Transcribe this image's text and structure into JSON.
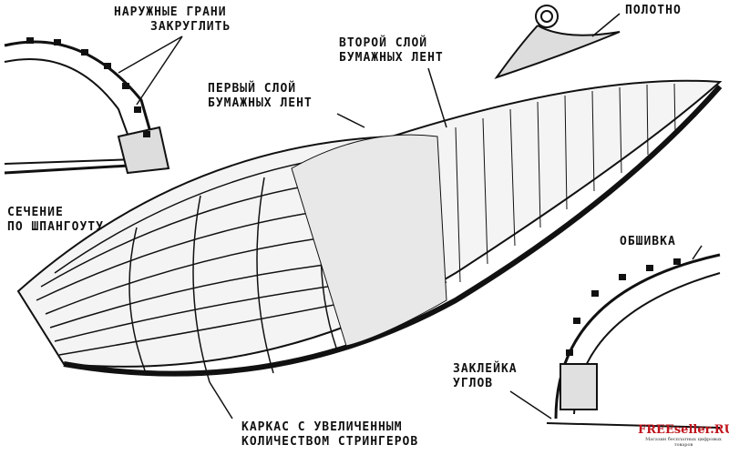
{
  "labels": {
    "outer_edges": [
      "НАРУЖНЫЕ ГРАНИ",
      "ЗАКРУГЛИТЬ"
    ],
    "section": [
      "СЕЧЕНИЕ",
      "ПО ШПАНГОУТУ"
    ],
    "first_layer": [
      "ПЕРВЫЙ СЛОЙ",
      "БУМАЖНЫХ ЛЕНТ"
    ],
    "second_layer": [
      "ВТОРОЙ СЛОЙ",
      "БУМАЖНЫХ ЛЕНТ"
    ],
    "cloth": "ПОЛОТНО",
    "skin": "ОБШИВКА",
    "corner_gluing": [
      "ЗАКЛЕЙКА",
      "УГЛОВ"
    ],
    "frame": [
      "КАРКАС С УВЕЛИЧЕННЫМ",
      "КОЛИЧЕСТВОМ СТРИНГЕРОВ"
    ]
  },
  "watermark": {
    "title": "FREEseller.RU",
    "subtitle": "Магазин бесплатных цифровых товаров"
  }
}
